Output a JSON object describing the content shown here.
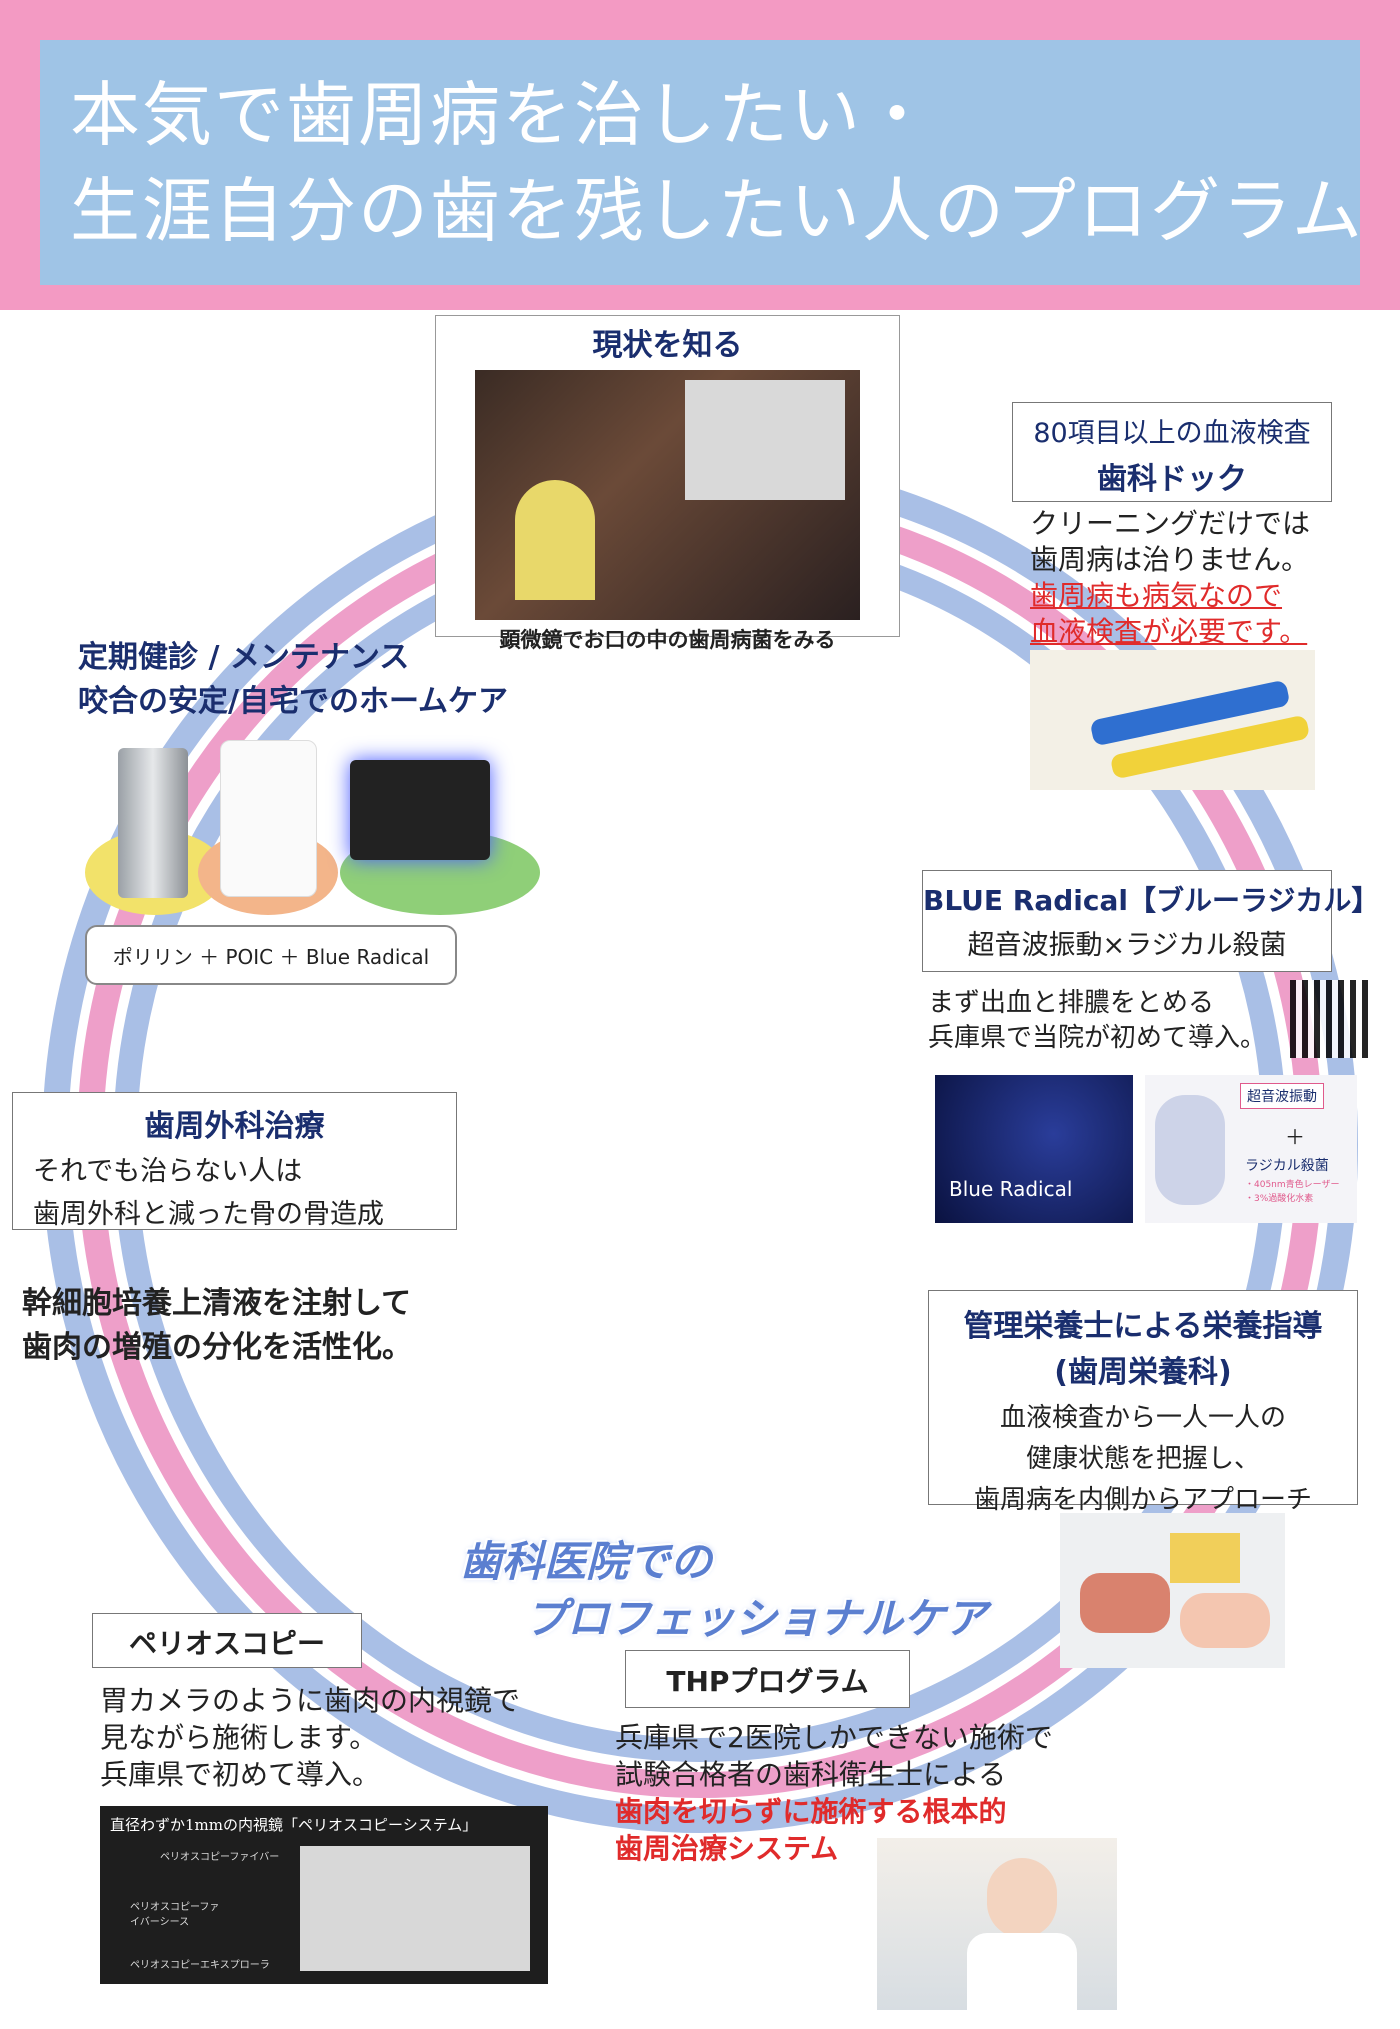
{
  "header": {
    "line1": "本気で歯周病を治したい・",
    "line2": "生涯自分の歯を残したい人のプログラム"
  },
  "current_state": {
    "title": "現状を知る",
    "caption": "顕微鏡でお口の中の歯周病菌をみる"
  },
  "dental_dock": {
    "subtitle": "80項目以上の血液検査",
    "title": "歯科ドック",
    "text1": "クリーニングだけでは",
    "text2": "歯周病は治りません。",
    "red1": "歯周病も病気なので",
    "red2": "血液検査が必要です。"
  },
  "maintenance": {
    "title1": "定期健診 /  メンテナンス",
    "title2": "咬合の安定/自宅でのホームケア",
    "bubble": "ポリリン ＋ POIC ＋ Blue Radical"
  },
  "blue_radical": {
    "title": "BLUE Radical【ブルーラジカル】",
    "subtitle": "超音波振動×ラジカル殺菌",
    "text1": "まず出血と排膿をとめる",
    "text2": "兵庫県で当院が初めて導入。",
    "device_label": "Blue Radical",
    "diagram_label1": "超音波振動",
    "diagram_plus": "＋",
    "diagram_label2": "ラジカル殺菌",
    "diagram_note1": "・405nm青色レーザー",
    "diagram_note2": "・3%過酸化水素"
  },
  "surgery": {
    "title": "歯周外科治療",
    "text1": "それでも治らない人は",
    "text2": "歯周外科と減った骨の骨造成"
  },
  "stem_cell": {
    "line1": "幹細胞培養上清液を注射して",
    "line2": "歯肉の増殖の分化を活性化。"
  },
  "nutrition": {
    "title1": "管理栄養士による栄養指導",
    "title2": "(歯周栄養科)",
    "text1": "血液検査から一人一人の",
    "text2": "健康状態を把握し、",
    "text3": "歯周病を内側からアプローチ"
  },
  "center": {
    "line1": "歯科医院での",
    "line2": "プロフェッショナルケア"
  },
  "perioscopy": {
    "title": "ペリオスコピー",
    "text1": "胃カメラのように歯肉の内視鏡で",
    "text2": "見ながら施術します。",
    "text3": "兵庫県で初めて導入。",
    "photo_title": "直径わずか1mmの内視鏡「ペリオスコピーシステム」",
    "photo_label1": "ペリオスコピーファイバー",
    "photo_label2": "ペリオスコピーファイバーシース",
    "photo_label3": "ペリオスコピーエキスプローラ"
  },
  "thp": {
    "title": "THPプログラム",
    "text1": "兵庫県で2医院しかできない施術で",
    "text2": "試験合格者の歯科衛生士による",
    "red1": "歯肉を切らずに施術する根本的",
    "red2": "歯周治療システム"
  },
  "colors": {
    "header_pink": "#f39ac3",
    "header_blue": "#9fc4e6",
    "ring_blue": "#a9bfe6",
    "ring_pink": "#ee9fc9",
    "title_navy": "#1a2e6e",
    "accent_red": "#e02b2b"
  }
}
